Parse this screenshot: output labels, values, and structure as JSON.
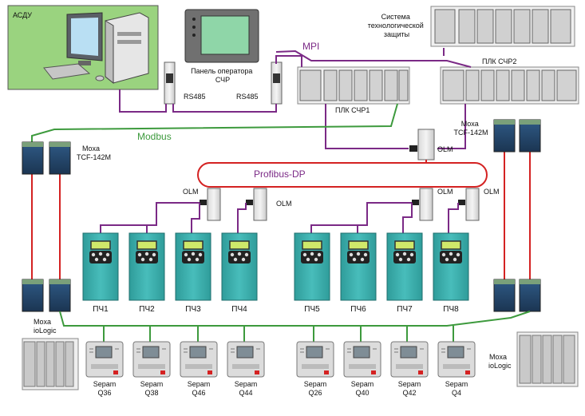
{
  "asdu_label": "АСДУ",
  "operator_panel_label": [
    "Панель оператора",
    "СЧР"
  ],
  "rs485_left": "RS485",
  "rs485_right": "RS485",
  "mpi_label": "MPI",
  "protection_label": [
    "Система",
    "технологической",
    "защиты"
  ],
  "plc1_label": "ПЛК СЧР1",
  "plc2_label": "ПЛК СЧР2",
  "modbus_label": "Modbus",
  "moxa_tcf_left": [
    "Moxa",
    "TCF-142M"
  ],
  "moxa_tcf_right": [
    "Moxa",
    "TCF-142M"
  ],
  "profibus_label": "Profibus-DP",
  "olm_label": "OLM",
  "drives": [
    "ПЧ1",
    "ПЧ2",
    "ПЧ3",
    "ПЧ4",
    "ПЧ5",
    "ПЧ6",
    "ПЧ7",
    "ПЧ8"
  ],
  "moxa_iologic_left": [
    "Moxa",
    "ioLogic"
  ],
  "moxa_iologic_right": [
    "Moxa",
    "ioLogic"
  ],
  "sepam_left": [
    [
      "Sepam",
      "Q36"
    ],
    [
      "Sepam",
      "Q38"
    ],
    [
      "Sepam",
      "Q46"
    ],
    [
      "Sepam",
      "Q44"
    ]
  ],
  "sepam_right": [
    [
      "Sepam",
      "Q26"
    ],
    [
      "Sepam",
      "Q40"
    ],
    [
      "Sepam",
      "Q42"
    ],
    [
      "Sepam",
      "Q4"
    ]
  ],
  "colors": {
    "teal": "#3eb2b0",
    "purple": "#7b2a86",
    "green": "#3d9a3d",
    "red": "#d42222",
    "asdu_bg": "#9ad37f"
  }
}
